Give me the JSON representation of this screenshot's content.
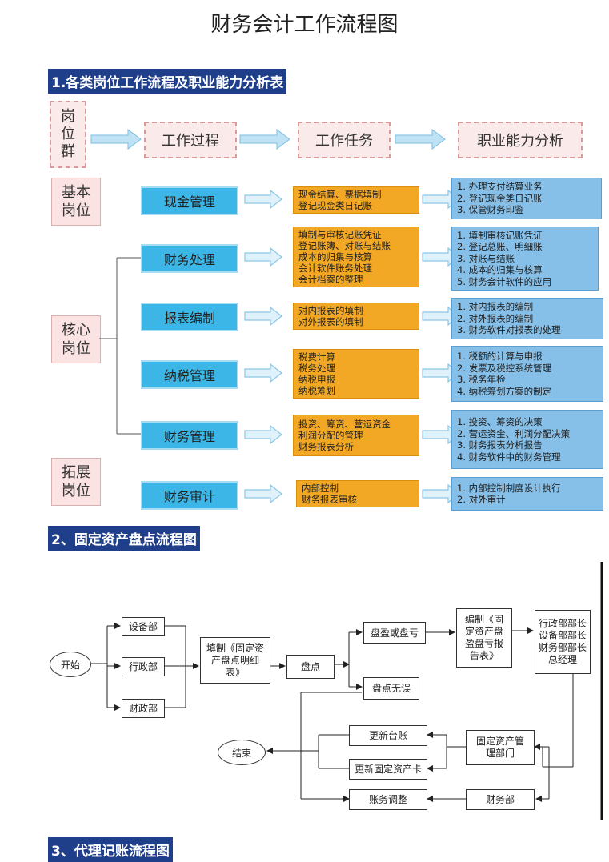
{
  "page_title": "财务会计工作流程图",
  "section1": {
    "heading": "1.各类岗位工作流程及职业能力分析表",
    "headers": [
      "岗\n位\n群",
      "工作过程",
      "工作任务",
      "职业能力分析"
    ],
    "groups": {
      "basic": "基本\n岗位",
      "core": "核心\n岗位",
      "ext": "拓展\n岗位"
    },
    "rows": [
      {
        "process": "现金管理",
        "tasks": [
          "现金结算、票据填制",
          "登记现金类日记账"
        ],
        "abilities": [
          "1. 办理支付结算业务",
          "2. 登记现金类日记账",
          "3. 保管财务印鉴"
        ]
      },
      {
        "process": "财务处理",
        "tasks": [
          "填制与审核记账凭证",
          "登记账簿、对账与结账",
          "成本的归集与核算",
          "会计软件账务处理",
          "会计档案的整理"
        ],
        "abilities": [
          "1. 填制审核记账凭证",
          "2. 登记总账、明细账",
          "3. 对账与结账",
          "4. 成本的归集与核算",
          "5. 财务会计软件的应用"
        ]
      },
      {
        "process": "报表编制",
        "tasks": [
          "对内报表的填制",
          "对外报表的填制"
        ],
        "abilities": [
          "1. 对内报表的编制",
          "2. 对外报表的编制",
          "3. 财务软件对报表的处理"
        ]
      },
      {
        "process": "纳税管理",
        "tasks": [
          "税费计算",
          "税务处理",
          "纳税申报",
          "纳税筹划"
        ],
        "abilities": [
          "1. 税额的计算与申报",
          "2. 发票及税控系统管理",
          "3. 税务年检",
          "4. 纳税筹划方案的制定"
        ]
      },
      {
        "process": "财务管理",
        "tasks": [
          "投资、筹资、营运资金",
          "利润分配的管理",
          "财务报表分析"
        ],
        "abilities": [
          "1. 投资、筹资的决策",
          "2. 营运资金、利润分配决策",
          "3. 财务报表分析报告",
          "4. 财务软件中的财务管理"
        ]
      },
      {
        "process": "财务审计",
        "tasks": [
          "内部控制",
          "财务报表审核"
        ],
        "abilities": [
          "1. 内部控制制度设计执行",
          "2. 对外审计"
        ]
      }
    ]
  },
  "section2": {
    "heading": "2、固定资产盘点流程图",
    "nodes": {
      "start": "开始",
      "dept_equipment": "设备部",
      "dept_admin": "行政部",
      "dept_finance": "财政部",
      "fill_form": "填制《固定资产盘点明细表》",
      "count": "盘点",
      "surplus_loss": "盘盈或盘亏",
      "no_error": "盘点无误",
      "report": "编制《固定资产盘盈盘亏报告表》",
      "approvers": [
        "行政部部长",
        "设备部部长",
        "财务部部长",
        "总经理"
      ],
      "asset_dept": "固定资产管理部门",
      "update_ledger": "更新台账",
      "update_card": "更新固定资产卡",
      "finance_dept": "财务部",
      "account_adjust": "账务调整",
      "end": "结束"
    }
  },
  "section3": {
    "heading": "3、代理记账流程图"
  }
}
